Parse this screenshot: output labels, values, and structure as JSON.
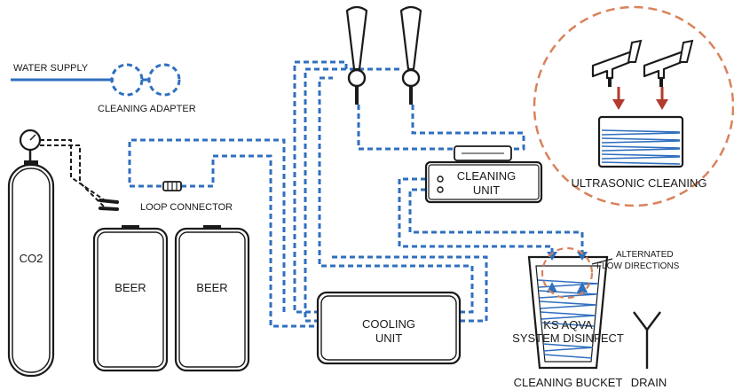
{
  "labels": {
    "water_supply": "WATER SUPPLY",
    "cleaning_adapter": "CLEANING ADAPTER",
    "loop_connector": "LOOP CONNECTOR",
    "co2": "CO2",
    "beer_1": "BEER",
    "beer_2": "BEER",
    "cooling_unit_line1": "COOLING",
    "cooling_unit_line2": "UNIT",
    "cleaning_unit_line1": "CLEANING",
    "cleaning_unit_line2": "UNIT",
    "ultrasonic_cleaning": "ULTRASONIC CLEANING",
    "alternated_line1": "ALTERNATED",
    "alternated_line2": "FLOW DIRECTIONS",
    "disinfect_line1": "KS AQVA",
    "disinfect_line2": "SYSTEM DISINFECT",
    "cleaning_bucket": "CLEANING BUCKET",
    "drain": "DRAIN"
  },
  "colors": {
    "line_blue": "#2f6fbf",
    "arrow_red": "#b23a2e",
    "circle_orange": "#d9825b",
    "outline": "#1a1a1a"
  }
}
